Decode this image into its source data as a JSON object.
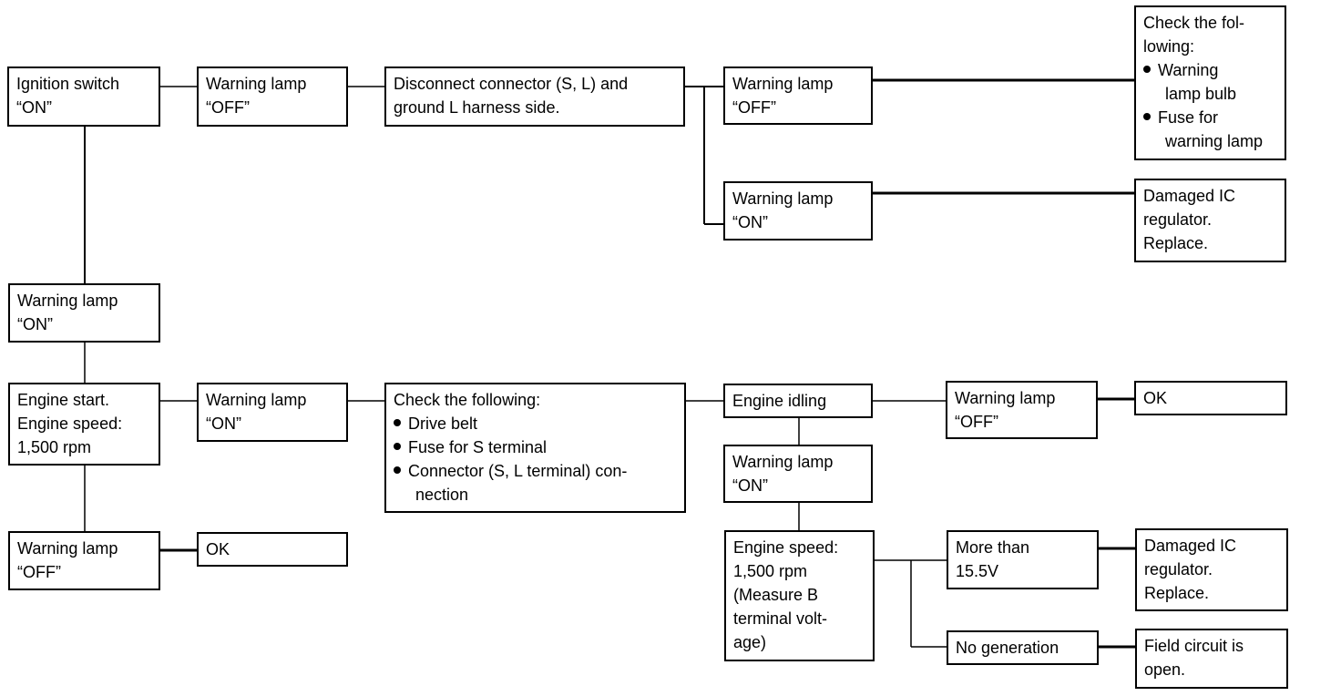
{
  "boxes": {
    "ign_on": [
      "Ignition switch",
      "“ON”"
    ],
    "wl_off_1": [
      "Warning lamp",
      "“OFF”"
    ],
    "disconnect": [
      "Disconnect connector (S, L) and",
      "ground L harness side."
    ],
    "wl_off_2": [
      "Warning lamp",
      "“OFF”"
    ],
    "check_bulb": {
      "title": [
        "Check the fol-",
        "lowing:"
      ],
      "items": [
        [
          "Warning",
          "lamp bulb"
        ],
        [
          "Fuse for",
          "warning lamp"
        ]
      ]
    },
    "wl_on_2": [
      "Warning lamp",
      "“ON”"
    ],
    "damaged_ic_1": [
      "Damaged IC",
      "regulator.",
      "Replace."
    ],
    "wl_on_1": [
      "Warning lamp",
      "“ON”"
    ],
    "engine_start": [
      "Engine start.",
      "Engine speed:",
      "1,500 rpm"
    ],
    "wl_on_3": [
      "Warning lamp",
      "“ON”"
    ],
    "check_belt": {
      "title": "Check the following:",
      "items": [
        [
          "Drive belt"
        ],
        [
          "Fuse for S terminal"
        ],
        [
          "Connector (S, L terminal) con-",
          "nection"
        ]
      ]
    },
    "engine_idling": [
      "Engine idling"
    ],
    "wl_off_4": [
      "Warning lamp",
      "“OFF”"
    ],
    "ok_1": [
      "OK"
    ],
    "wl_on_4": [
      "Warning lamp",
      "“ON”"
    ],
    "wl_off_3": [
      "Warning lamp",
      "“OFF”"
    ],
    "ok_2": [
      "OK"
    ],
    "engine_speed_measure": [
      "Engine speed:",
      "1,500 rpm",
      "(Measure B",
      "terminal volt-",
      "age)"
    ],
    "more_than": [
      "More than",
      "15.5V"
    ],
    "damaged_ic_2": [
      "Damaged IC",
      "regulator.",
      "Replace."
    ],
    "no_generation": [
      "No generation"
    ],
    "field_open": [
      "Field circuit is",
      "open."
    ]
  }
}
